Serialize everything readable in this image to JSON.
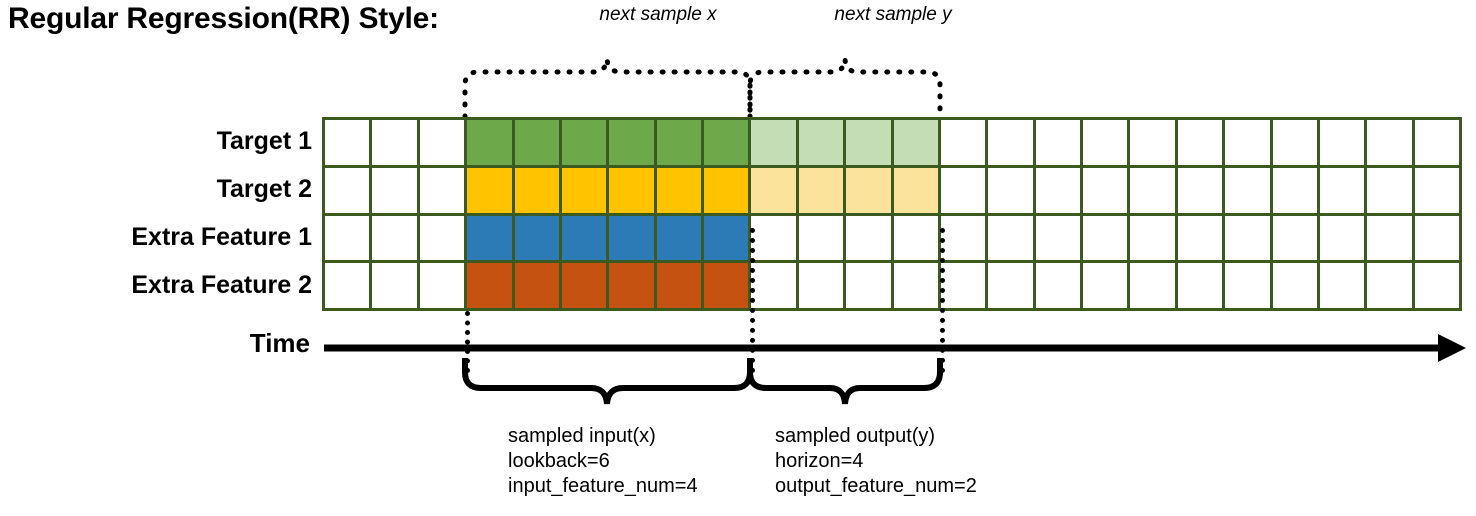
{
  "page_title": "Regular Regression(RR) Style:",
  "top_captions": {
    "next_sample_x": "next sample x",
    "next_sample_y": "next sample y"
  },
  "row_labels": [
    "Target 1",
    "Target 2",
    "Extra Feature 1",
    "Extra Feature 2"
  ],
  "time_axis": {
    "label": "Time"
  },
  "annotations": {
    "input": {
      "line1": "sampled input(x)",
      "line2": "lookback=6",
      "line3": "input_feature_num=4"
    },
    "output": {
      "line1": "sampled output(y)",
      "line2": "horizon=4",
      "line3": "output_feature_num=2"
    }
  },
  "colors": {
    "grid_border": "#3a5a1f",
    "empty": "#ffffff",
    "target1_input": "#6da84a",
    "target1_output": "#c5ddb5",
    "target2_input": "#ffc300",
    "target2_output": "#fce39b",
    "extra1_input": "#2c7bb6",
    "extra2_input": "#c55211",
    "line": "#000000"
  },
  "chart_data": {
    "type": "heatmap",
    "title": "Regular Regression(RR) Style:",
    "columns": 24,
    "rows": 4,
    "row_names": [
      "Target 1",
      "Target 2",
      "Extra Feature 1",
      "Extra Feature 2"
    ],
    "lookback": 6,
    "horizon": 4,
    "input_feature_num": 4,
    "output_feature_num": 2,
    "input_start_col": 3,
    "input_end_col": 9,
    "output_start_col": 9,
    "output_end_col": 13,
    "cell_fills": [
      [
        "#ffffff",
        "#ffffff",
        "#ffffff",
        "#6da84a",
        "#6da84a",
        "#6da84a",
        "#6da84a",
        "#6da84a",
        "#6da84a",
        "#c5ddb5",
        "#c5ddb5",
        "#c5ddb5",
        "#c5ddb5",
        "#ffffff",
        "#ffffff",
        "#ffffff",
        "#ffffff",
        "#ffffff",
        "#ffffff",
        "#ffffff",
        "#ffffff",
        "#ffffff",
        "#ffffff",
        "#ffffff"
      ],
      [
        "#ffffff",
        "#ffffff",
        "#ffffff",
        "#ffc300",
        "#ffc300",
        "#ffc300",
        "#ffc300",
        "#ffc300",
        "#ffc300",
        "#fce39b",
        "#fce39b",
        "#fce39b",
        "#fce39b",
        "#ffffff",
        "#ffffff",
        "#ffffff",
        "#ffffff",
        "#ffffff",
        "#ffffff",
        "#ffffff",
        "#ffffff",
        "#ffffff",
        "#ffffff",
        "#ffffff"
      ],
      [
        "#ffffff",
        "#ffffff",
        "#ffffff",
        "#2c7bb6",
        "#2c7bb6",
        "#2c7bb6",
        "#2c7bb6",
        "#2c7bb6",
        "#2c7bb6",
        "#ffffff",
        "#ffffff",
        "#ffffff",
        "#ffffff",
        "#ffffff",
        "#ffffff",
        "#ffffff",
        "#ffffff",
        "#ffffff",
        "#ffffff",
        "#ffffff",
        "#ffffff",
        "#ffffff",
        "#ffffff",
        "#ffffff"
      ],
      [
        "#ffffff",
        "#ffffff",
        "#ffffff",
        "#c55211",
        "#c55211",
        "#c55211",
        "#c55211",
        "#c55211",
        "#c55211",
        "#ffffff",
        "#ffffff",
        "#ffffff",
        "#ffffff",
        "#ffffff",
        "#ffffff",
        "#ffffff",
        "#ffffff",
        "#ffffff",
        "#ffffff",
        "#ffffff",
        "#ffffff",
        "#ffffff",
        "#ffffff",
        "#ffffff"
      ]
    ],
    "braces_top": [
      {
        "label": "next sample x",
        "from_col": 3,
        "to_col": 9
      },
      {
        "label": "next sample y",
        "from_col": 9,
        "to_col": 13
      }
    ],
    "braces_bottom": [
      {
        "label": "sampled input(x)",
        "from_col": 3,
        "to_col": 9
      },
      {
        "label": "sampled output(y)",
        "from_col": 9,
        "to_col": 13
      }
    ]
  }
}
